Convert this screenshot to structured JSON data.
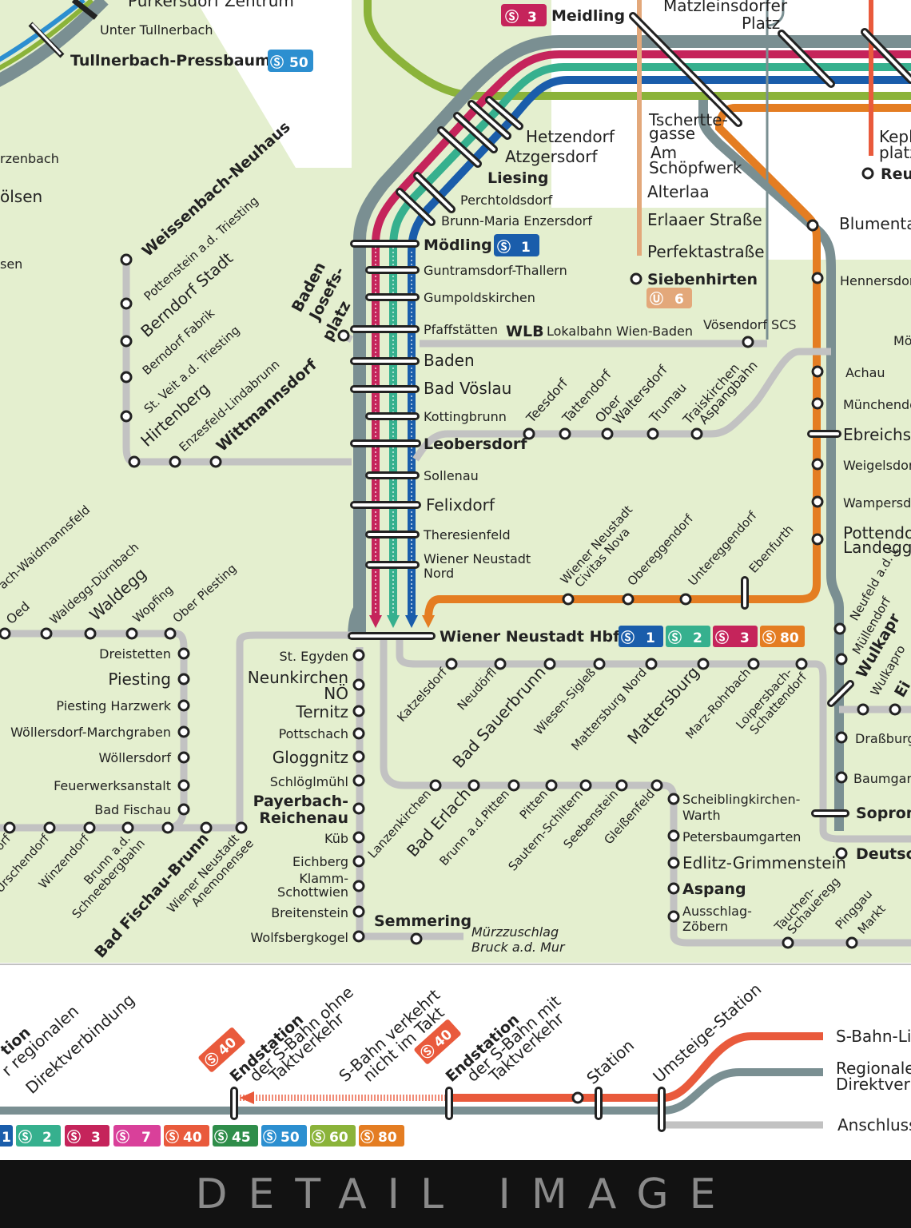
{
  "colors": {
    "background_green": "#e4efcf",
    "white_area": "#ffffff",
    "regional_line": "#7a8f92",
    "connection_line": "#c2c2c2",
    "s1": "#1a5dab",
    "s2": "#36b08e",
    "s3": "#c5245b",
    "s7": "#d9409a",
    "s40": "#e95a3c",
    "s45": "#2f8d4a",
    "s50": "#2c8fd0",
    "s60": "#8bb33a",
    "s80": "#e47d22",
    "u6": "#e3a87a",
    "legend_sbahn": "#e95a3c"
  },
  "banner": {
    "text": "DETAIL IMAGE"
  },
  "top_labels": {
    "purkersdorf": "Purkersdorf Zentrum",
    "unter_tullnerbach": "Unter Tullnerbach",
    "tullnerbach": "Tullnerbach-Pressbaum",
    "tullnerbach_badge": "50",
    "meidling": "Meidling",
    "meidling_badge": "3",
    "matzleinsdorfer1": "Matzleinsdorfer",
    "matzleinsdorfer2": "Platz",
    "hetzendorf": "Hetzendorf",
    "atzgersdorf": "Atzgersdorf",
    "liesing": "Liesing",
    "perchtoldsdorf": "Perchtoldsdorf",
    "brunn": "Brunn-Maria Enzersdorf",
    "tscherttegasse1": "Tschertte-",
    "tscherttegasse2": "gasse",
    "am_schoepfwerk1": "Am",
    "am_schoepfwerk2": "Schöpfwerk",
    "alterlaa": "Alterlaa",
    "erlaaer": "Erlaaer Straße",
    "perfekta": "Perfektastraße",
    "siebenhirten": "Siebenhirten",
    "u6_badge": "6",
    "blumental": "Blumenta",
    "kepler1": "Kepl",
    "kepler2": "platz",
    "reu": "Reu",
    "rzenbach": "rzenbach",
    "oelsen": "ölsen",
    "sen": "sen"
  },
  "south_labels": {
    "moedling": "Mödling",
    "moedling_badge": "1",
    "guntramsdorf": "Guntramsdorf-Thallern",
    "gumpoldskirchen": "Gumpoldskirchen",
    "pfaffstaetten": "Pfaffstätten",
    "wlb": "WLB",
    "wlb_desc": "Lokalbahn Wien-Baden",
    "voesendorf": "Vösendorf SCS",
    "baden": "Baden",
    "baden_josefsplatz1": "Baden",
    "baden_josefsplatz2": "Josefs-",
    "baden_josefsplatz3": "platz",
    "bad_voeslau": "Bad Vöslau",
    "kottingbrunn": "Kottingbrunn",
    "leobersdorf": "Leobersdorf",
    "sollenau": "Sollenau",
    "felixdorf": "Felixdorf",
    "theresienfeld": "Theresienfeld",
    "wn_nord1": "Wiener Neustadt",
    "wn_nord2": "Nord",
    "wn_hbf": "Wiener Neustadt Hbf",
    "teesdorf": "Teesdorf",
    "tattendorf": "Tattendorf",
    "ober_waltersdorf1": "Ober",
    "ober_waltersdorf2": "Waltersdorf",
    "trumau": "Trumau",
    "traiskirchen1": "Traiskirchen",
    "traiskirchen2": "Aspangbahn",
    "weissenbach": "Weissenbach-Neuhaus",
    "pottenstein": "Pottenstein a.d. Triesting",
    "berndorf_stadt": "Berndorf Stadt",
    "berndorf_fabrik": "Berndorf Fabrik",
    "st_veit": "St. Veit a.d. Triesting",
    "hirtenberg": "Hirtenberg",
    "enzesfeld": "Enzesfeld-Lindabrunn",
    "wittmannsdorf": "Wittmannsdorf",
    "hennersdorf": "Hennersdor",
    "achau": "Achau",
    "muenchendorf": "Münchendo",
    "ebreichsdorf": "Ebreichsd",
    "weigelsdorf": "Weigelsdor",
    "wampersdorf": "Wampersdo",
    "pottendorf1": "Pottendo",
    "pottendorf2": "Landegg",
    "wn_civitas1": "Wiener Neustadt",
    "wn_civitas2": "Civitas Nova",
    "obereggendorf": "Obereggendorf",
    "untereggendorf": "Untereggendorf",
    "ebenfurth": "Ebenfurth",
    "neufeld": "Neufeld a.d. L",
    "muellendorf": "Müllendorf",
    "wulkaprodersdorf": "Wulkapr",
    "wulkaprodersdorf2": "Wulkapro",
    "eisenstadt": "Ei",
    "drassburg": "Draßburg",
    "baumgarten": "Baumgart",
    "sopron": "Sopron",
    "deutschkreutz": "Deutsc",
    "mo": "Mö"
  },
  "west_labels": {
    "waidmannsfeld": "ach-Waidmannsfeld",
    "oed": "Oed",
    "waldegg_duernbach": "Waldegg-Dürnbach",
    "waldegg": "Waldegg",
    "wopfing": "Wopfing",
    "ober_piesting": "Ober Piesting",
    "dreistetten": "Dreistetten",
    "piesting": "Piesting",
    "piesting_harzwerk": "Piesting Harzwerk",
    "woellersdorf_mg": "Wöllersdorf-Marchgraben",
    "woellersdorf": "Wöllersdorf",
    "feuerwerksanstalt": "Feuerwerksanstalt",
    "bad_fischau": "Bad Fischau",
    "willendorf": "Willendorf",
    "urschendorf": "Urschendorf",
    "winzendorf": "Winzendorf",
    "brunn_schneeberg1": "Brunn a.d.",
    "brunn_schneeberg2": "Schneebergbahn",
    "wn_anemonensee1": "Wiener Neustadt",
    "wn_anemonensee2": "Anemonensee",
    "bad_fischau_brunn": "Bad Fischau-Brunn",
    "st_egyden": "St. Egyden",
    "neunkirchen1": "Neunkirchen",
    "neunkirchen2": "NÖ",
    "ternitz": "Ternitz",
    "pottschach": "Pottschach",
    "gloggnitz": "Gloggnitz",
    "schloeglmuehl": "Schlöglmühl",
    "payerbach1": "Payerbach-",
    "payerbach2": "Reichenau",
    "kueb": "Küb",
    "eichberg": "Eichberg",
    "klamm1": "Klamm-",
    "klamm2": "Schottwien",
    "breitenstein": "Breitenstein",
    "wolfsbergkogel": "Wolfsbergkogel",
    "semmering": "Semmering",
    "muerzzuschlag": "Mürzzuschlag",
    "bruck": "Bruck a.d. Mur"
  },
  "east_labels": {
    "katzelsdorf": "Katzelsdorf",
    "neudoerfl": "Neudörfl",
    "bad_sauerbrunn": "Bad Sauerbrunn",
    "wiesen": "Wiesen-Sigleß",
    "mattersburg_nord": "Mattersburg Nord",
    "mattersburg": "Mattersburg",
    "marz": "Marz-Rohrbach",
    "loipersbach1": "Loipersbach-",
    "loipersbach2": "Schattendorf",
    "lanzenkirchen": "Lanzenkirchen",
    "bad_erlach": "Bad Erlach",
    "brunn_pitten": "Brunn a.d.Pitten",
    "pitten": "Pitten",
    "sautern": "Sautern-Schiltern",
    "seebenstein": "Seebenstein",
    "gleissenfeld": "Gleißenfeld",
    "scheiblingkirchen1": "Scheiblingkirchen-",
    "scheiblingkirchen2": "Warth",
    "petersbaumgarten": "Petersbaumgarten",
    "edlitz": "Edlitz-Grimmenstein",
    "aspang": "Aspang",
    "ausschlag1": "Ausschlag-",
    "ausschlag2": "Zöbern",
    "tauchen1": "Tauchen-",
    "tauchen2": "Schaueregg",
    "pinggau1": "Pinggau",
    "pinggau2": "Markt"
  },
  "hbf_badges": [
    "1",
    "2",
    "3",
    "80"
  ],
  "legend": {
    "direct_1": "tion",
    "direct_2": "r regionalen",
    "direct_3": "Direktverbindung",
    "end_no_takt_badge": "40",
    "end_no_takt_1": "Endstation",
    "end_no_takt_2": "der S-Bahn ohne",
    "end_no_takt_3": "Taktverkehr",
    "no_takt_1": "S-Bahn verkehrt",
    "no_takt_2": "nicht im Takt",
    "end_takt_badge": "40",
    "end_takt_1": "Endstation",
    "end_takt_2": "der S-Bahn mit",
    "end_takt_3": "Taktverkehr",
    "station": "Station",
    "transfer": "Umsteige-Station",
    "sbahn": "S-Bahn-Lin",
    "regional1": "Regionale",
    "regional2": "Direktverb",
    "connection": "Anschluss",
    "badges": [
      "1",
      "2",
      "3",
      "7",
      "40",
      "45",
      "50",
      "60",
      "80"
    ]
  }
}
